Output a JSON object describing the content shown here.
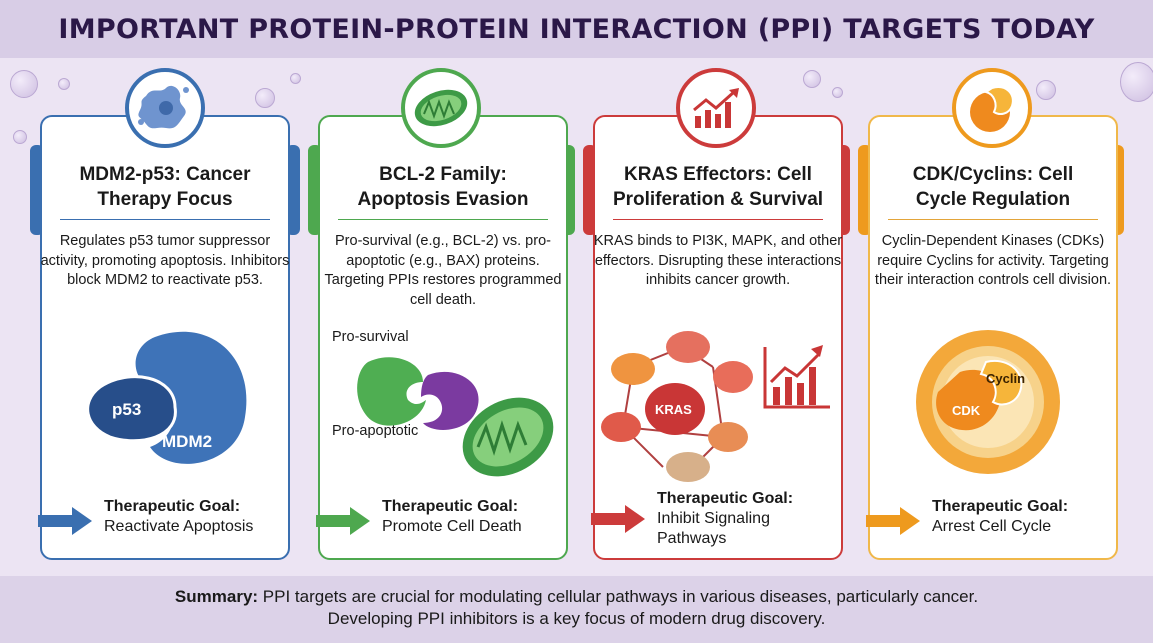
{
  "title": "IMPORTANT PROTEIN-PROTEIN INTERACTION (PPI) TARGETS TODAY",
  "cards": [
    {
      "title1": "MDM2-p53: Cancer",
      "title2": "Therapy Focus",
      "desc": "Regulates p53 tumor suppressor activity, promoting apoptosis. Inhibitors block MDM2 to reactivate p53.",
      "labels": [
        "p53",
        "MDM2"
      ],
      "goal_label": "Therapeutic Goal:",
      "goal": "Reactivate Apoptosis",
      "color": "#3a6fb0",
      "icon": "cancer-cell-icon"
    },
    {
      "title1": "BCL-2 Family:",
      "title2": "Apoptosis Evasion",
      "desc": "Pro-survival (e.g., BCL-2) vs. pro-apoptotic (e.g., BAX) proteins. Targeting PPIs restores programmed cell death.",
      "labels": [
        "Pro-survival",
        "Pro-apoptotic"
      ],
      "goal_label": "Therapeutic Goal:",
      "goal": "Promote Cell Death",
      "color": "#4ea84f",
      "icon": "mitochondrion-icon"
    },
    {
      "title1": "KRAS Effectors: Cell",
      "title2": "Proliferation & Survival",
      "desc": "KRAS binds to PI3K, MAPK, and other effectors. Disrupting these interactions inhibits cancer growth.",
      "labels": [
        "KRAS"
      ],
      "goal_label": "Therapeutic Goal:",
      "goal": "Inhibit Signaling Pathways",
      "color": "#cc3b3b",
      "icon": "growth-chart-icon"
    },
    {
      "title1": "CDK/Cyclins: Cell",
      "title2": "Cycle Regulation",
      "desc": "Cyclin-Dependent Kinases (CDKs) require Cyclins for activity. Targeting their interaction controls cell division.",
      "labels": [
        "Cyclin",
        "CDK"
      ],
      "goal_label": "Therapeutic Goal:",
      "goal": "Arrest Cell Cycle",
      "color": "#ee9a1e",
      "icon": "cdk-cyclin-icon"
    }
  ],
  "summary": {
    "label": "Summary:",
    "text": " PPI targets are crucial for modulating cellular pathways in various diseases, particularly cancer.",
    "text2": "Developing PPI inhibitors is a key focus of modern drug discovery."
  }
}
